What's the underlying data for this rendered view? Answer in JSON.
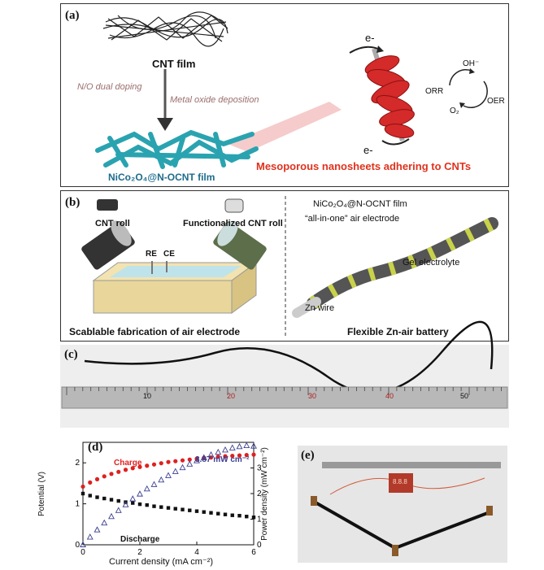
{
  "panel_a": {
    "label": "(a)",
    "cnt_film": "CNT film",
    "doping": "N/O dual doping",
    "deposition": "Metal oxide deposition",
    "product": "NiCo₂O₄@N-OCNT film",
    "nanosheets": "Mesoporous nanosheets adhering to CNTs",
    "electron_top": "e-",
    "electron_bottom": "e-",
    "orr": "ORR",
    "oer": "OER",
    "oh": "OH⁻",
    "o2": "O₂",
    "colors": {
      "fiber": "#2aa3b0",
      "sheet": "#d42a2a",
      "title_red": "#e0321e",
      "arrow_text": "#9b6e6e"
    }
  },
  "panel_b": {
    "label": "(b)",
    "cnt_roll": "CNT roll",
    "func_roll": "Functionalized CNT roll",
    "re": "RE",
    "ce": "CE",
    "fab_caption": "Scablable fabrication of air electrode",
    "film": "NiCo₂O₄@N-OCNT film",
    "aio": "“all-in-one” air electrode",
    "gel": "Gel electrolyte",
    "zn": "Zn wire",
    "battery_caption": "Flexible Zn-air battery"
  },
  "panel_c": {
    "label": "(c)",
    "ruler_marks": [
      "10",
      "20",
      "30",
      "40",
      "50"
    ]
  },
  "panel_d": {
    "label": "(d)"
  },
  "panel_e": {
    "label": "(e)",
    "display": "8.8.8"
  },
  "chart_data": {
    "type": "line",
    "xlabel": "Current density (mA cm⁻²)",
    "ylabel": "Potential (V)",
    "ylabel_right": "Power density (mW cm⁻²)",
    "xlim": [
      0,
      6
    ],
    "ylim": [
      0,
      2.5
    ],
    "ylim_right": [
      0,
      4
    ],
    "xticks": [
      0,
      2,
      4,
      6
    ],
    "yticks": [
      0,
      1,
      2
    ],
    "yticks_right": [
      0,
      1,
      2,
      3
    ],
    "annotation": "3.87 mW cm⁻²",
    "series": [
      {
        "name": "Charge",
        "axis": "left",
        "color": "#e02020",
        "marker": "circle",
        "x": [
          0,
          0.25,
          0.5,
          0.75,
          1,
          1.25,
          1.5,
          1.75,
          2,
          2.25,
          2.5,
          2.75,
          3,
          3.25,
          3.5,
          3.75,
          4,
          4.25,
          4.5,
          4.75,
          5,
          5.25,
          5.5,
          5.75,
          6
        ],
        "y": [
          1.42,
          1.52,
          1.6,
          1.67,
          1.73,
          1.78,
          1.83,
          1.87,
          1.9,
          1.93,
          1.96,
          1.99,
          2.02,
          2.04,
          2.06,
          2.08,
          2.1,
          2.12,
          2.13,
          2.15,
          2.16,
          2.17,
          2.18,
          2.19,
          2.2
        ]
      },
      {
        "name": "Discharge",
        "axis": "left",
        "color": "#111111",
        "marker": "square",
        "x": [
          0,
          0.25,
          0.5,
          0.75,
          1,
          1.25,
          1.5,
          1.75,
          2,
          2.25,
          2.5,
          2.75,
          3,
          3.25,
          3.5,
          3.75,
          4,
          4.25,
          4.5,
          4.75,
          5,
          5.25,
          5.5,
          5.75,
          6
        ],
        "y": [
          1.25,
          1.2,
          1.16,
          1.13,
          1.1,
          1.07,
          1.04,
          1.02,
          0.99,
          0.97,
          0.94,
          0.92,
          0.9,
          0.88,
          0.86,
          0.84,
          0.82,
          0.8,
          0.78,
          0.76,
          0.74,
          0.72,
          0.71,
          0.69,
          0.67
        ]
      },
      {
        "name": "Power density",
        "axis": "right",
        "color": "#3b3f8f",
        "marker": "triangle-open",
        "x": [
          0,
          0.25,
          0.5,
          0.75,
          1,
          1.25,
          1.5,
          1.75,
          2,
          2.25,
          2.5,
          2.75,
          3,
          3.25,
          3.5,
          3.75,
          4,
          4.25,
          4.5,
          4.75,
          5,
          5.25,
          5.5,
          5.75,
          6
        ],
        "y": [
          0,
          0.3,
          0.58,
          0.85,
          1.1,
          1.34,
          1.56,
          1.79,
          1.98,
          2.18,
          2.35,
          2.53,
          2.7,
          2.86,
          3.01,
          3.15,
          3.28,
          3.4,
          3.51,
          3.61,
          3.7,
          3.78,
          3.83,
          3.87,
          3.85
        ]
      }
    ]
  }
}
